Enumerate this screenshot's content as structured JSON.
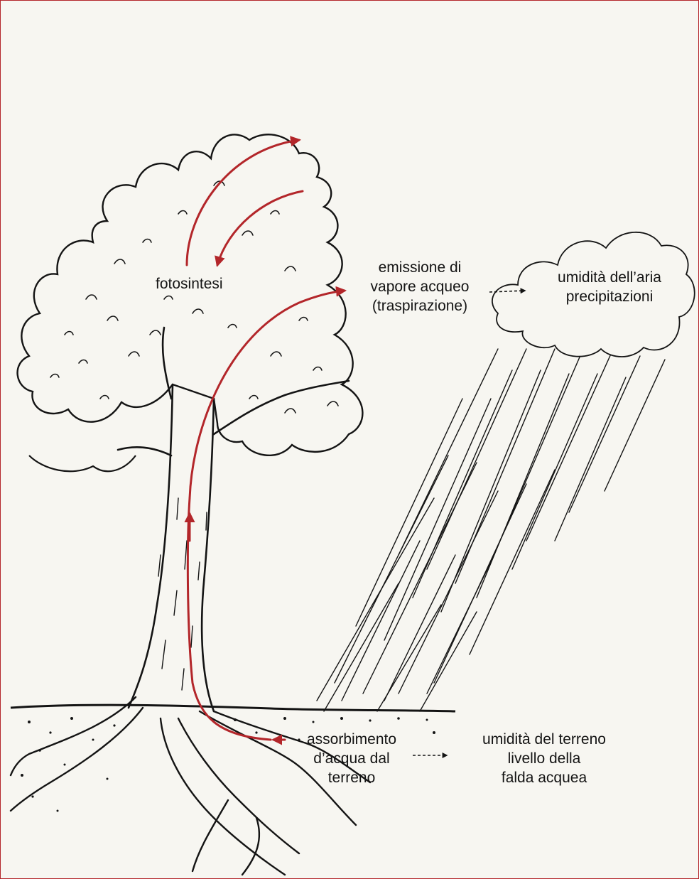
{
  "labels": {
    "photosynthesis": "fotosintesi",
    "emission": [
      "emissione di",
      "vapore acqueo",
      "(traspirazione)"
    ],
    "air": [
      "umidità dell’aria",
      "precipitazioni"
    ],
    "absorption": [
      "assorbimento",
      "d’acqua dal",
      "terreno"
    ],
    "soil": [
      "umidità del terreno",
      "livello della",
      "falda acquea"
    ]
  },
  "colors": {
    "arrow": "#b3262a",
    "ink": "#141414",
    "paper": "#f7f6f1",
    "border": "#b3262a"
  }
}
